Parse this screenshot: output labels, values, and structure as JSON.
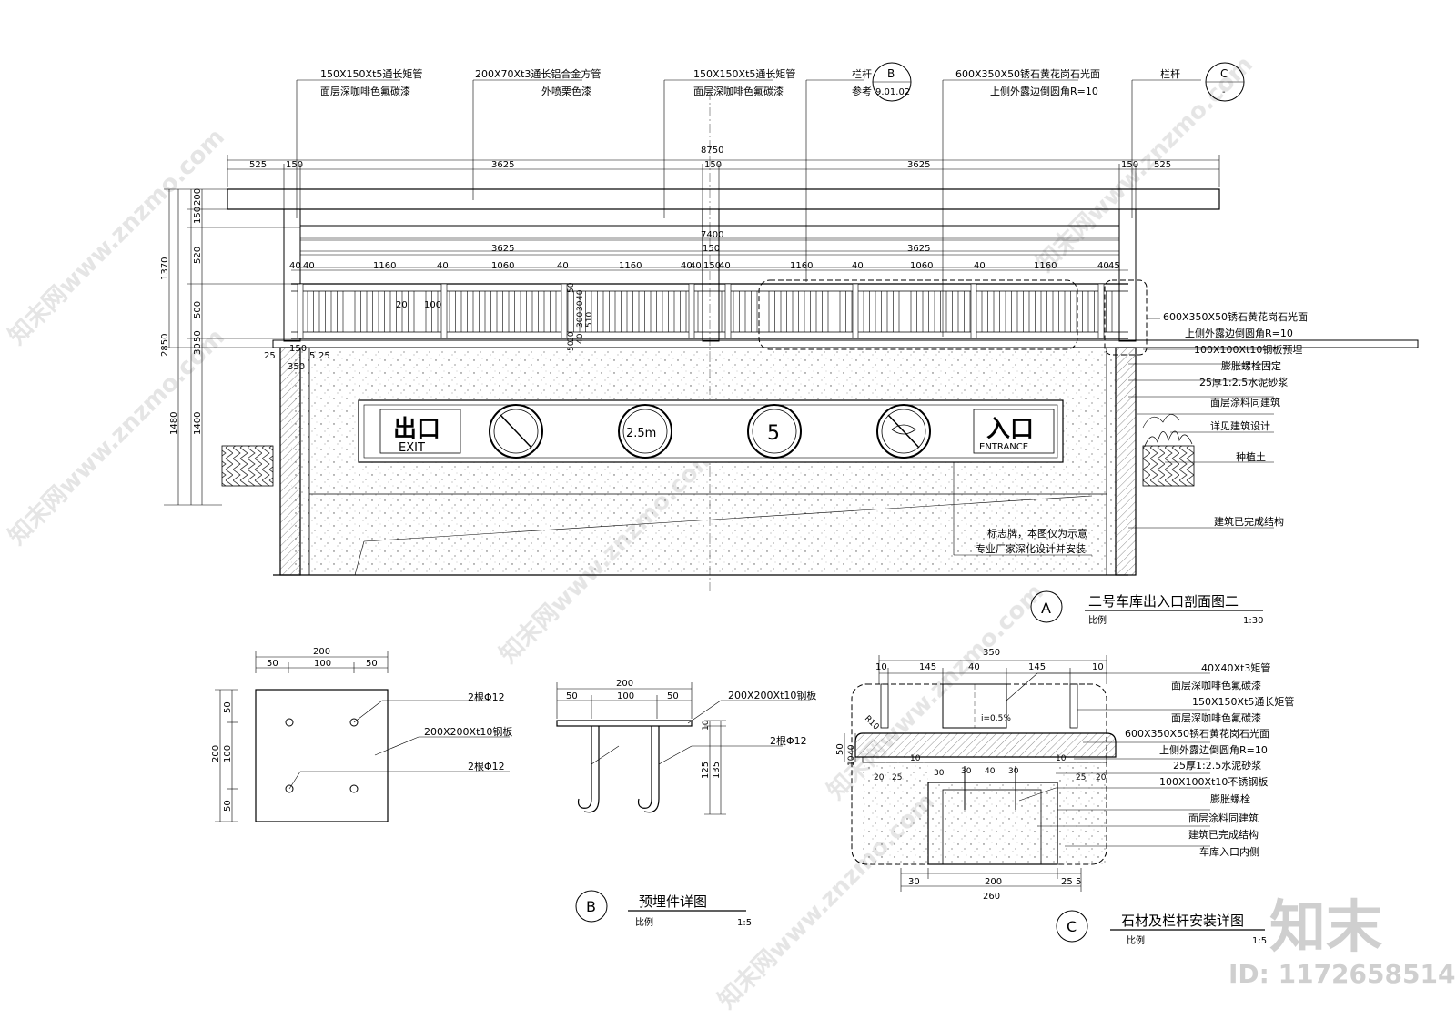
{
  "drawing_a": {
    "top_labels": [
      {
        "line1": "150X150Xt5通长矩管",
        "line2": "面层深咖啡色氟碳漆"
      },
      {
        "line1": "200X70Xt3通长铝合金方管",
        "line2": "外喷栗色漆"
      },
      {
        "line1": "150X150Xt5通长矩管",
        "line2": "面层深咖啡色氟碳漆"
      },
      {
        "line1": "栏杆",
        "line2": "参考"
      },
      {
        "line1": "600X350X50锈石黄花岗石光面",
        "line2": "上侧外露边倒圆角R=10"
      },
      {
        "line1": "栏杆",
        "line2": ""
      }
    ],
    "callout_b": {
      "letter": "B",
      "sheet": "9.01.02"
    },
    "callout_c": {
      "letter": "C",
      "sheet": "-"
    },
    "dims_top": {
      "overall": "8750",
      "row": [
        "525",
        "150",
        "3625",
        "150",
        "3625",
        "150",
        "525"
      ]
    },
    "dims_mid": {
      "overall": "7400",
      "mid150": "150",
      "left3625": "3625",
      "right3625": "3625",
      "row": [
        "40",
        "40",
        "1160",
        "40",
        "1060",
        "40",
        "1160",
        "40",
        "40",
        "150",
        "40",
        "1160",
        "40",
        "1060",
        "40",
        "1160",
        "40",
        "45"
      ]
    },
    "dims_left_outer": [
      "1370",
      "2850",
      "1480"
    ],
    "dims_left_inner": [
      "200",
      "150",
      "520",
      "500",
      "50",
      "30",
      "1400"
    ],
    "dims_rail": [
      "50",
      "40",
      "30",
      "300",
      "510",
      "20",
      "40",
      "50"
    ],
    "dims_small": {
      "d20": "20",
      "d100": "100",
      "d25a": "25",
      "d25b": "25",
      "d150": "150",
      "d350": "350",
      "d5": "5"
    },
    "right_labels": [
      "600X350X50锈石黄花岗石光面",
      "上侧外露边倒圆角R=10",
      "100X100Xt10钢板预埋",
      "膨胀螺栓固定",
      "25厚1:2.5水泥砂浆",
      "面层涂料同建筑",
      "详见建筑设计",
      "种植土",
      "建筑已完成结构"
    ],
    "sign": {
      "exit_cn": "出口",
      "exit_en": "EXIT",
      "height": "2.5m",
      "speed": "5",
      "entry_cn": "入口",
      "entry_en": "ENTRANCE"
    },
    "sign_note": [
      "标志牌，本图仅为示意",
      "专业厂家深化设计并安装"
    ],
    "title": {
      "letter": "A",
      "name": "二号车库出入口剖面图二",
      "scale_label": "比例",
      "scale": "1:30"
    }
  },
  "drawing_b_plan": {
    "dims_top": [
      "200",
      "50",
      "100",
      "50"
    ],
    "dims_left": [
      "200",
      "50",
      "100",
      "50"
    ],
    "labels": [
      "2根Φ12",
      "200X200Xt10钢板",
      "2根Φ12"
    ]
  },
  "drawing_b_elev": {
    "dims_top": [
      "200",
      "50",
      "100",
      "50"
    ],
    "dims_right": [
      "10",
      "125",
      "135"
    ],
    "labels": [
      "200X200Xt10钢板",
      "2根Φ12"
    ],
    "title": {
      "letter": "B",
      "name": "预埋件详图",
      "scale_label": "比例",
      "scale": "1:5"
    }
  },
  "drawing_c": {
    "dims_top": [
      "350",
      "10",
      "145",
      "40",
      "145",
      "10"
    ],
    "dims_left": [
      "50",
      "40",
      "10"
    ],
    "dims_mid": [
      "20",
      "25",
      "10",
      "30",
      "30",
      "40",
      "30",
      "10",
      "25",
      "20"
    ],
    "dims_bottom": [
      "30",
      "200",
      "25",
      "5",
      "260"
    ],
    "r10": "R10",
    "slope": "i=0.5%",
    "labels": [
      "40X40Xt3矩管",
      "面层深咖啡色氟碳漆",
      "150X150Xt5通长矩管",
      "面层深咖啡色氟碳漆",
      "600X350X50锈石黄花岗石光面",
      "上侧外露边倒圆角R=10",
      "25厚1:2.5水泥砂浆",
      "100X100Xt10不锈钢板",
      "膨胀螺栓",
      "面层涂料同建筑",
      "建筑已完成结构",
      "车库入口内侧"
    ],
    "title": {
      "letter": "C",
      "name": "石材及栏杆安装详图",
      "scale_label": "比例",
      "scale": "1:5"
    }
  },
  "watermark": {
    "brand": "知末",
    "id": "ID: 1172658514",
    "url": "知末网www.znzmo.com"
  }
}
